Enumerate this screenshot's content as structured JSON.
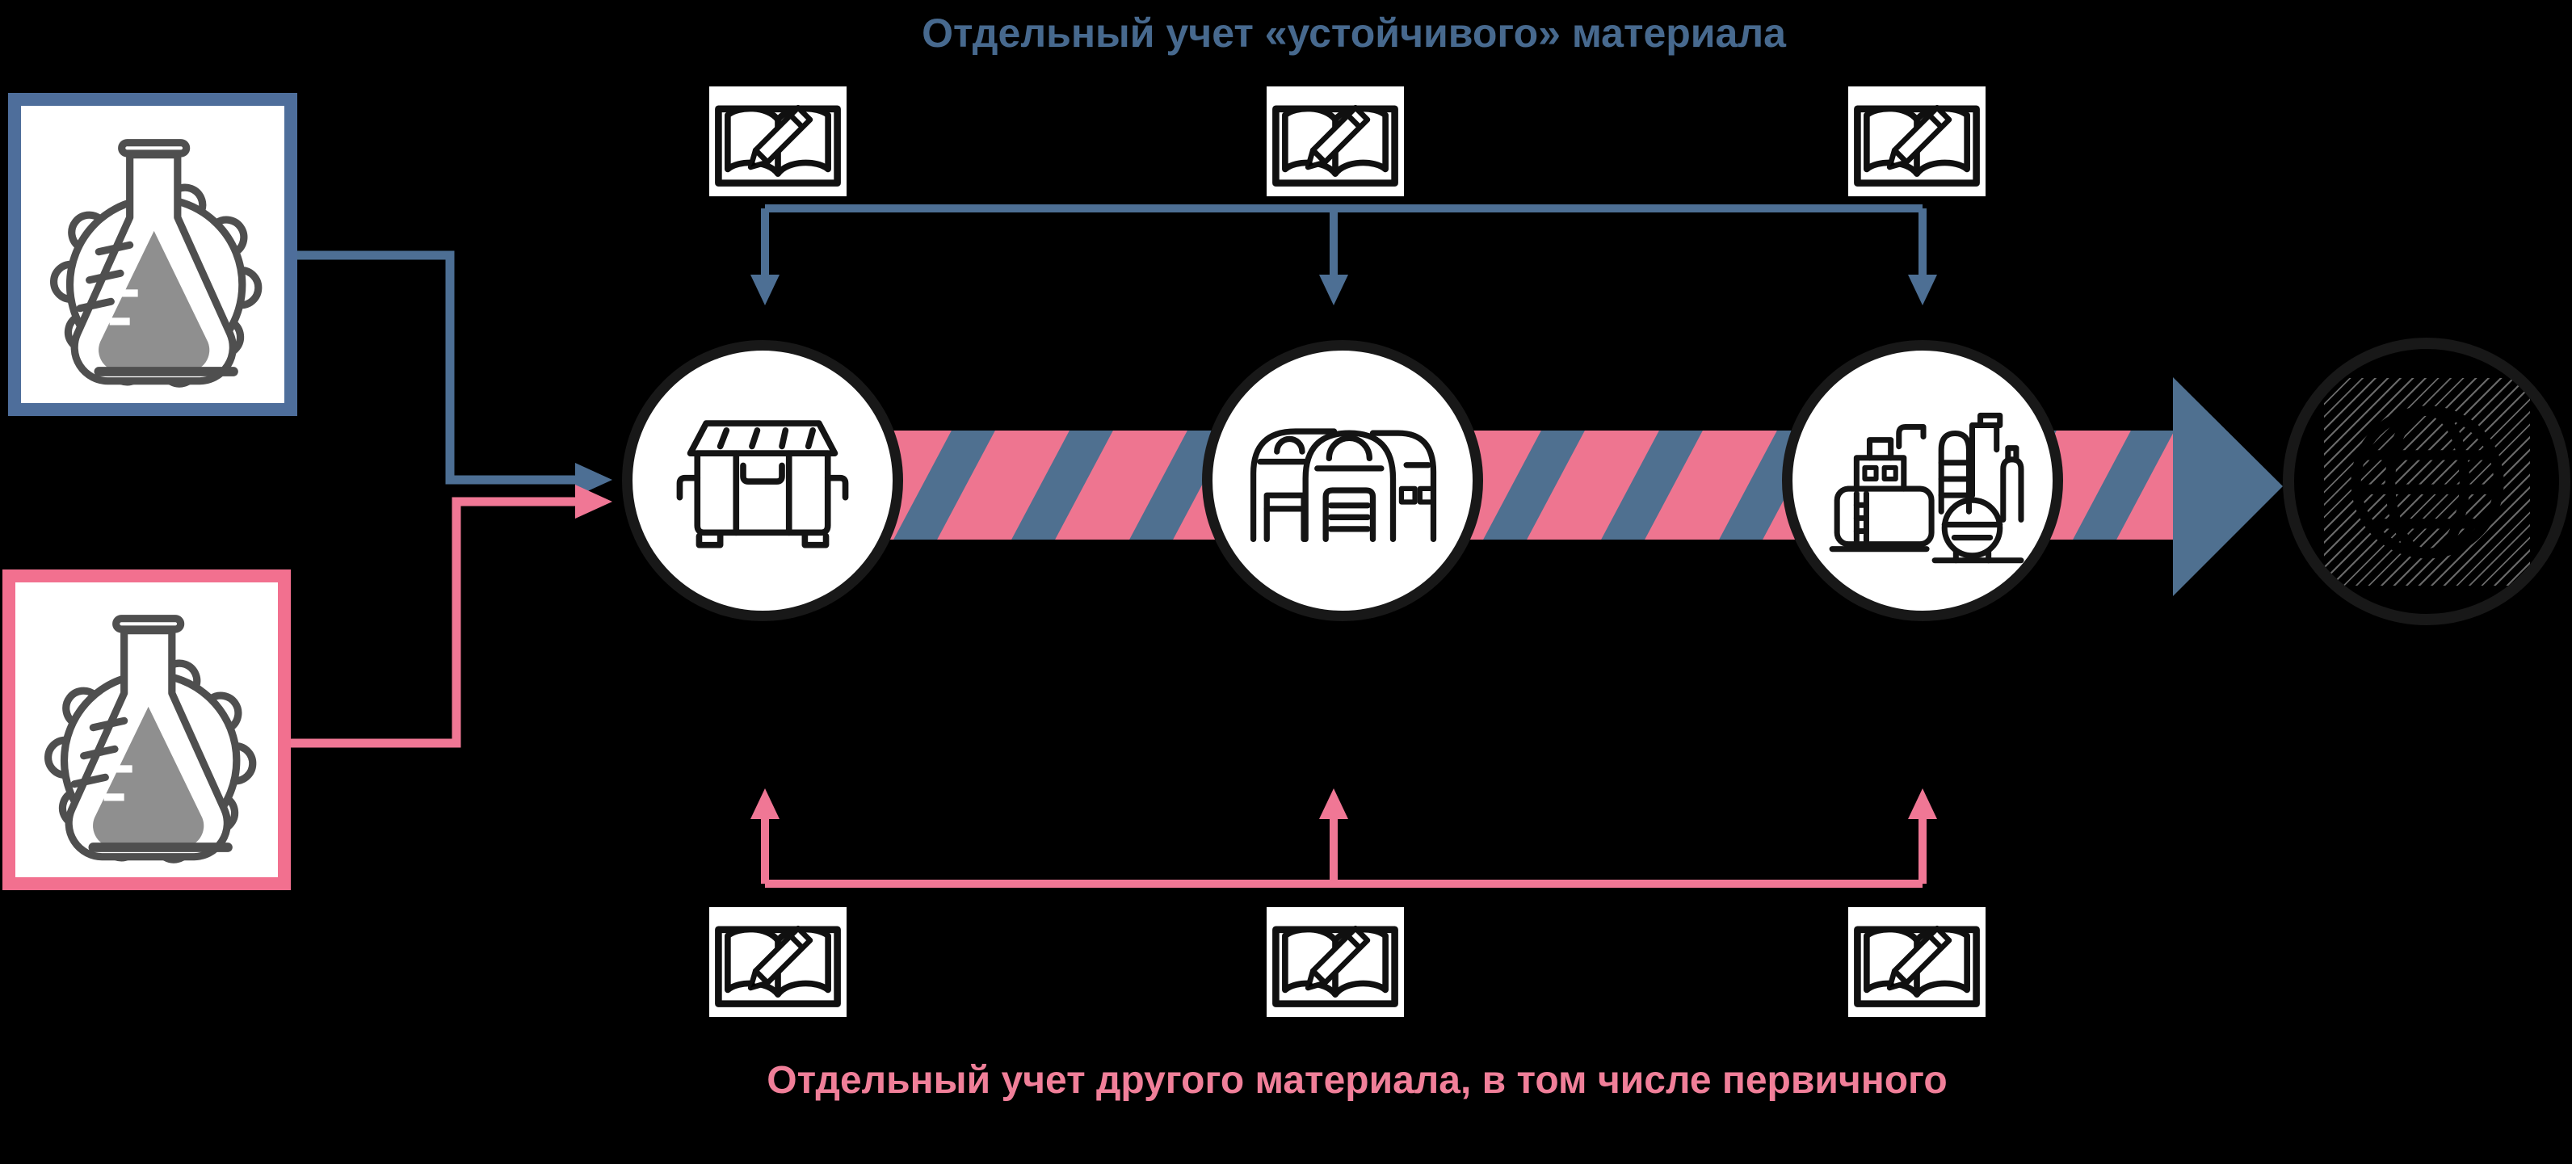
{
  "titles": {
    "top": "Отдельный учет «устойчивого» материала",
    "bottom": "Отдельный учет другого материала, в том числе первичного"
  },
  "colors": {
    "background": "#000000",
    "blue_title": "#47698e",
    "blue_line": "#4d6f94",
    "blue_box": "#4e6e9b",
    "blue_band": "#4f7090",
    "pink_title": "#f07f99",
    "pink_line": "#f07795",
    "pink_box": "#f2708f",
    "pink_band": "#ee7590",
    "circle_border": "#181818",
    "ink": "#141414",
    "icon_gray": "#4f4f4f",
    "liquid_gray": "#8f8f8f",
    "hatch": "#6a6a6a"
  },
  "flow": {
    "sources": [
      {
        "icon": "flask-gear-icon",
        "accent": "blue"
      },
      {
        "icon": "flask-gear-icon",
        "accent": "pink"
      }
    ],
    "stages": [
      {
        "icon": "dumpster-icon"
      },
      {
        "icon": "warehouse-icon"
      },
      {
        "icon": "factory-icon"
      }
    ],
    "destination": {
      "icon": "globe-sketch-icon"
    },
    "ledgers_top": [
      {
        "icon": "open-book-pencil-icon"
      },
      {
        "icon": "open-book-pencil-icon"
      },
      {
        "icon": "open-book-pencil-icon"
      }
    ],
    "ledgers_bottom": [
      {
        "icon": "open-book-pencil-icon"
      },
      {
        "icon": "open-book-pencil-icon"
      },
      {
        "icon": "open-book-pencil-icon"
      }
    ]
  }
}
